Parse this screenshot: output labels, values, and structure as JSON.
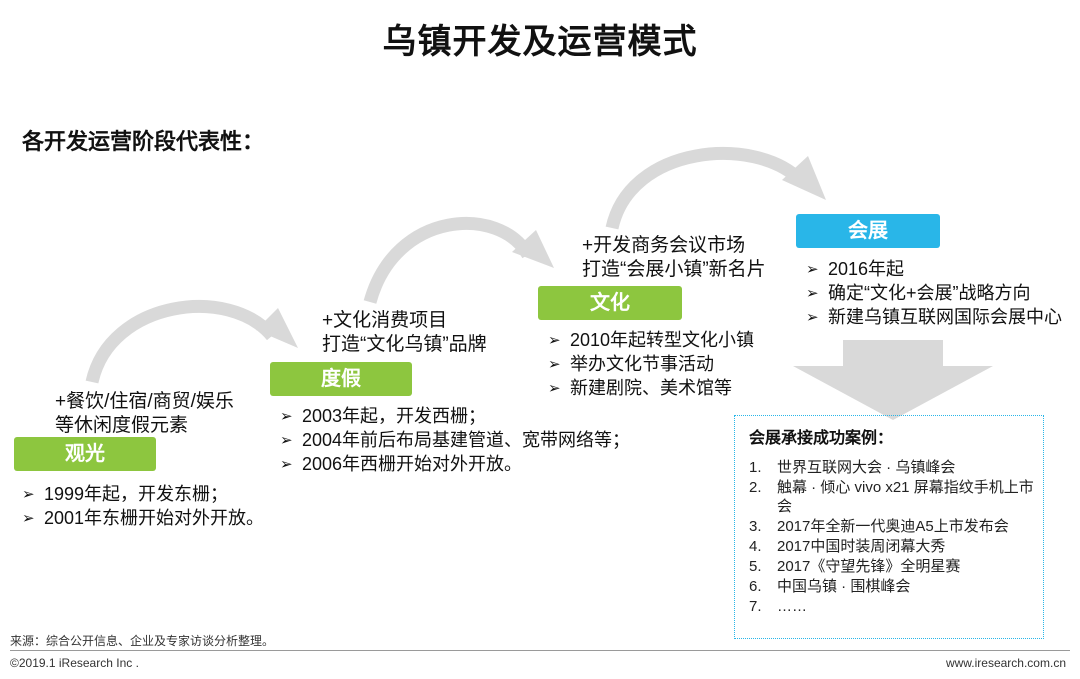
{
  "title": "乌镇开发及运营模式",
  "subtitle": "各开发运营阶段代表性：",
  "stages": [
    {
      "label": "观光",
      "color": "#8dc63f",
      "blurb": [
        "+餐饮/住宿/商贸/娱乐",
        "等休闲度假元素"
      ],
      "bullets": [
        "1999年起，开发东栅；",
        "2001年东栅开始对外开放。"
      ]
    },
    {
      "label": "度假",
      "color": "#8dc63f",
      "blurb": [
        "+文化消费项目",
        "打造“文化乌镇”品牌"
      ],
      "bullets": [
        "2003年起，开发西栅；",
        "2004年前后布局基建管道、宽带网络等；",
        "2006年西栅开始对外开放。"
      ]
    },
    {
      "label": "文化",
      "color": "#8dc63f",
      "blurb": [
        "+开发商务会议市场",
        "打造“会展小镇”新名片"
      ],
      "bullets": [
        "2010年起转型文化小镇",
        "举办文化节事活动",
        "新建剧院、美术馆等"
      ]
    },
    {
      "label": "会展",
      "color": "#29b6e8",
      "blurb": [],
      "bullets": [
        "2016年起",
        "确定“文化+会展”战略方向",
        "新建乌镇互联网国际会展中心"
      ]
    }
  ],
  "cases": {
    "title": "会展承接成功案例：",
    "items": [
      {
        "num": "1.",
        "text": "世界互联网大会 · 乌镇峰会"
      },
      {
        "num": "2.",
        "text": "触幕 · 倾心 vivo x21 屏幕指纹手机上市会"
      },
      {
        "num": "3.",
        "text": "2017年全新一代奥迪A5上市发布会"
      },
      {
        "num": "4.",
        "text": "2017中国时装周闭幕大秀"
      },
      {
        "num": "5.",
        "text": "2017《守望先锋》全明星赛"
      },
      {
        "num": "6.",
        "text": "中国乌镇 · 围棋峰会"
      },
      {
        "num": "7.",
        "text": "……"
      }
    ]
  },
  "footer": {
    "source": "来源：综合公开信息、企业及专家访谈分析整理。",
    "copyright": "©2019.1 iResearch Inc .",
    "website": "www.iresearch.com.cn"
  },
  "colors": {
    "arrow": "#d9d9d9",
    "green": "#8dc63f",
    "cyan": "#29b6e8"
  }
}
